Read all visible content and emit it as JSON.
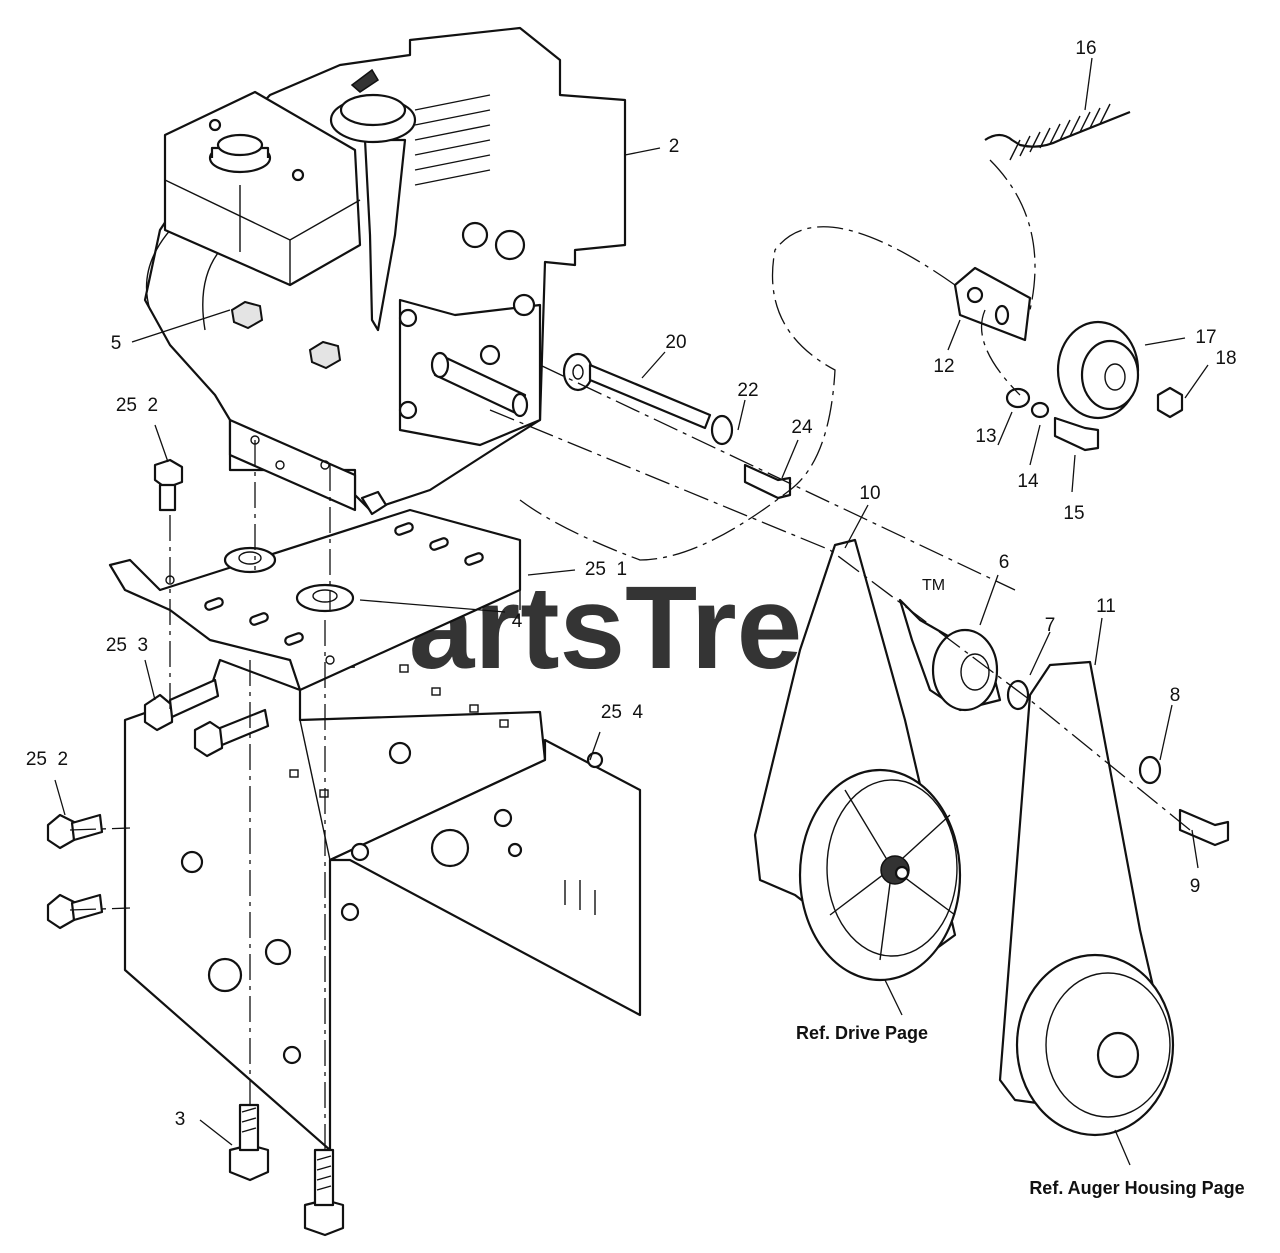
{
  "watermark": {
    "brand": "PartsTree",
    "trademark": "TM"
  },
  "callouts": [
    {
      "id": "c-16",
      "text": "16"
    },
    {
      "id": "c-2-top",
      "text": "2"
    },
    {
      "id": "c-20",
      "text": "20"
    },
    {
      "id": "c-17",
      "text": "17"
    },
    {
      "id": "c-12",
      "text": "12"
    },
    {
      "id": "c-18",
      "text": "18"
    },
    {
      "id": "c-5",
      "text": "5"
    },
    {
      "id": "c-22",
      "text": "22"
    },
    {
      "id": "c-25-2-top",
      "text": "25  2"
    },
    {
      "id": "c-13",
      "text": "13"
    },
    {
      "id": "c-24",
      "text": "24"
    },
    {
      "id": "c-14",
      "text": "14"
    },
    {
      "id": "c-15",
      "text": "15"
    },
    {
      "id": "c-10",
      "text": "10"
    },
    {
      "id": "c-25-1",
      "text": "25  1"
    },
    {
      "id": "c-6",
      "text": "6"
    },
    {
      "id": "c-4",
      "text": "4"
    },
    {
      "id": "c-11",
      "text": "11"
    },
    {
      "id": "c-7",
      "text": "7"
    },
    {
      "id": "c-25-3",
      "text": "25  3"
    },
    {
      "id": "c-8",
      "text": "8"
    },
    {
      "id": "c-25-4",
      "text": "25  4"
    },
    {
      "id": "c-25-2-bottom",
      "text": "25  2"
    },
    {
      "id": "c-9",
      "text": "9"
    },
    {
      "id": "c-3",
      "text": "3"
    }
  ],
  "references": {
    "drive": "Ref. Drive Page",
    "auger": "Ref. Auger Housing Page"
  }
}
